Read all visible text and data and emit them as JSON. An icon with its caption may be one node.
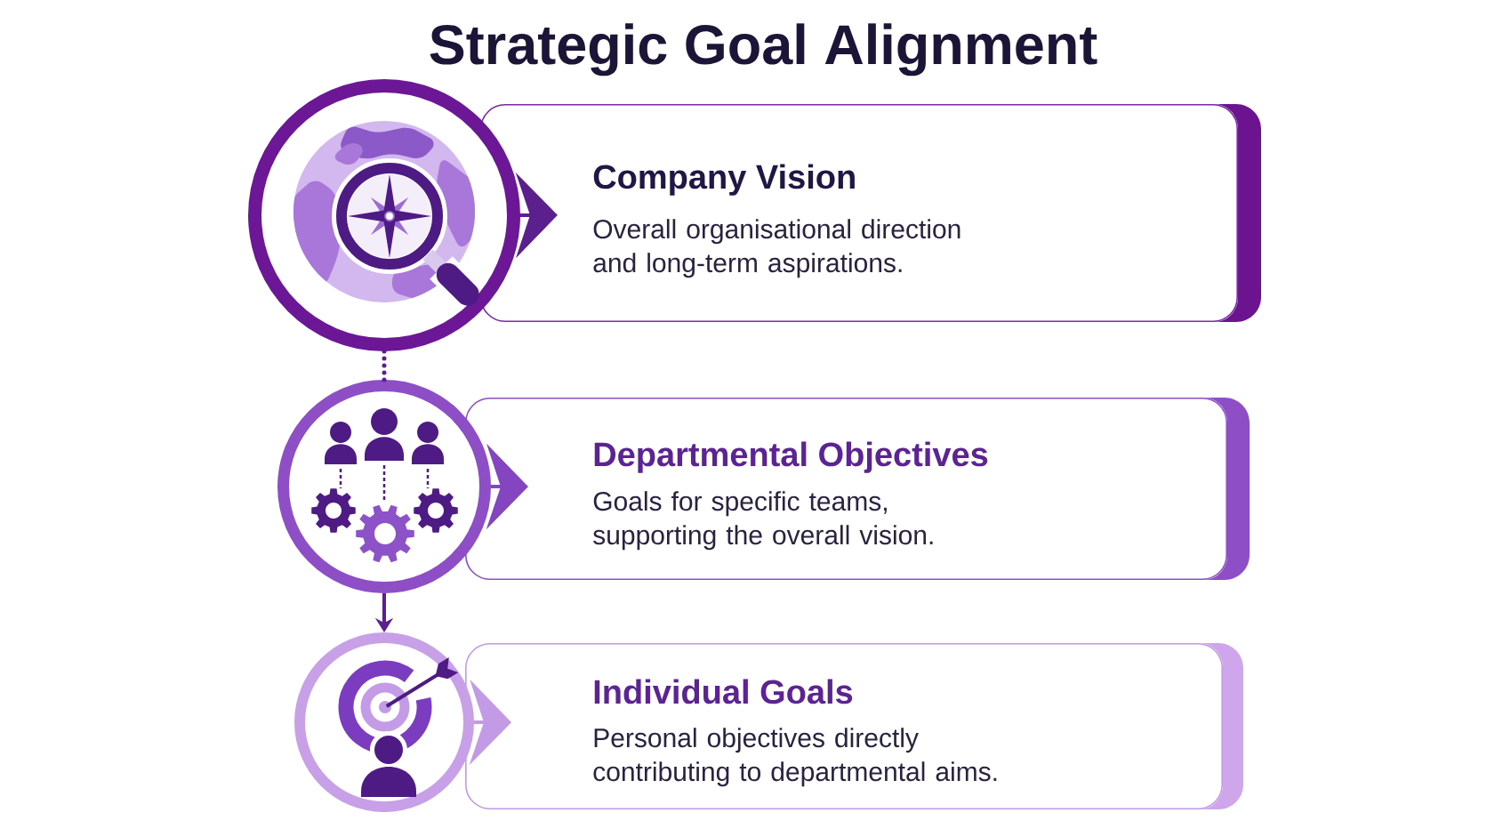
{
  "diagram": {
    "title": "Strategic Goal Alignment",
    "nodes": [
      {
        "text": [],
        "shape": "circle"
      },
      {
        "text": [
          "Company Vision",
          "Overall organisational direction and long-term aspirations."
        ]
      },
      {
        "text": [],
        "shape": "circle"
      },
      {
        "text": [
          "Departmental Objectives",
          "Goals for specific teams, supporting the overall vision."
        ]
      },
      {
        "text": [],
        "shape": "circle"
      },
      {
        "text": [
          "Individual Goals",
          "Personal objectives directly contributing to departmental aims."
        ]
      }
    ],
    "edges": [
      {
        "from": 0,
        "to": 1,
        "arrow": "to"
      },
      {
        "from": 0,
        "to": 2,
        "arrow": "none",
        "style": "dashed"
      },
      {
        "from": 2,
        "to": 3,
        "arrow": "to",
        "color": "#8545C0"
      },
      {
        "from": 2,
        "to": 4,
        "arrow": "to"
      },
      {
        "from": 4,
        "to": 5,
        "arrow": "to",
        "color": "#C39AE6"
      }
    ]
  }
}
